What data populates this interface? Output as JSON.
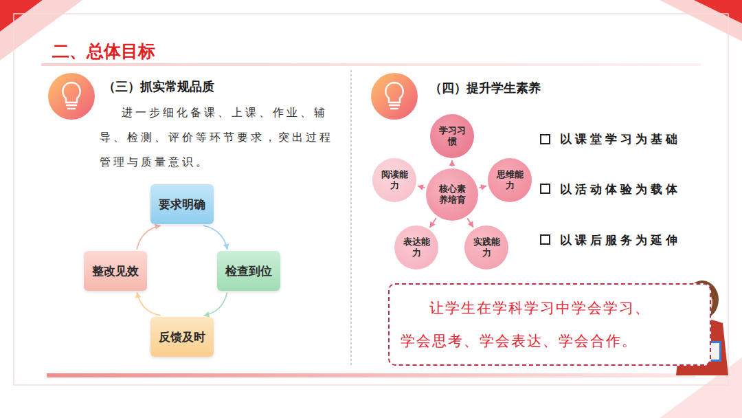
{
  "diagram": {
    "title": "二、总体目标",
    "nodes": [
      {
        "text": [
          "要求明确"
        ]
      },
      {
        "text": [
          "检查到位"
        ]
      },
      {
        "text": [
          "反馈及时"
        ]
      },
      {
        "text": [
          "整改见效"
        ]
      },
      {
        "text": [
          "核心素养培育"
        ]
      },
      {
        "text": [
          "学习习惯"
        ]
      },
      {
        "text": [
          "思维能力"
        ]
      },
      {
        "text": [
          "实践能力"
        ]
      },
      {
        "text": [
          "表达能力"
        ]
      },
      {
        "text": [
          "阅读能力"
        ]
      },
      {
        "text": [
          "让学生在学科学习中学会学习、学会思考、学会表达、学会合作。"
        ]
      }
    ],
    "edges": [
      {
        "from": 0,
        "to": 1,
        "arrow": "to"
      },
      {
        "from": 1,
        "to": 2,
        "arrow": "to"
      },
      {
        "from": 2,
        "to": 3,
        "arrow": "to"
      },
      {
        "from": 3,
        "to": 0,
        "arrow": "to"
      },
      {
        "from": 4,
        "to": 5,
        "arrow": "to"
      },
      {
        "from": 4,
        "to": 6,
        "arrow": "to"
      },
      {
        "from": 4,
        "to": 7,
        "arrow": "to"
      },
      {
        "from": 4,
        "to": 8,
        "arrow": "to"
      },
      {
        "from": 4,
        "to": 9,
        "arrow": "to"
      }
    ],
    "labels": [
      "（三）抓实常规品质",
      "进一步细化备课、上课、作业、辅导、检测、评价等环节要求，突出过程管理与质量意识。",
      "（四）提升学生素养",
      "以课堂学习为基础",
      "以活动体验为载体",
      "以课后服务为延伸"
    ]
  }
}
